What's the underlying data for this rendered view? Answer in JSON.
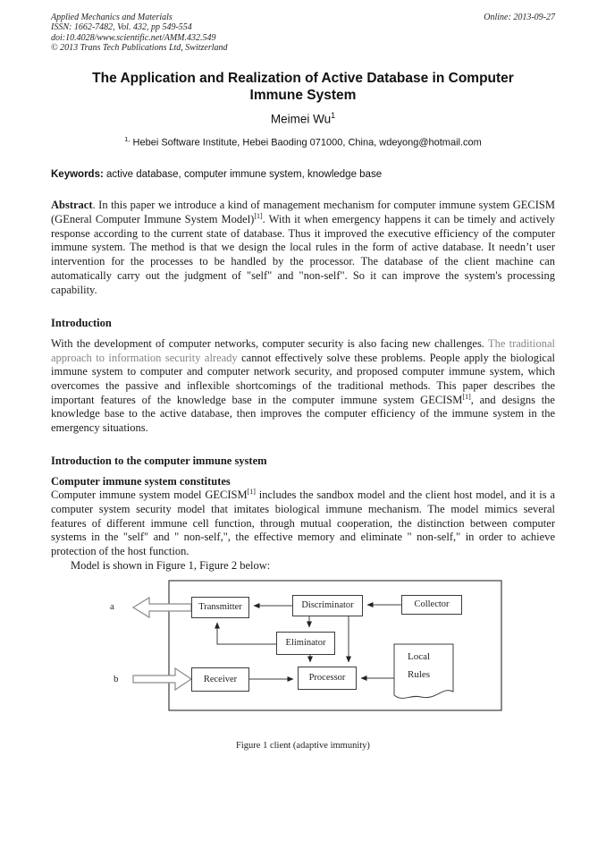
{
  "header": {
    "journal": "Applied Mechanics and Materials",
    "issn_line": "ISSN: 1662-7482, Vol. 432, pp 549-554",
    "doi_line": "doi:10.4028/www.scientific.net/AMM.432.549",
    "copyright_line": "© 2013 Trans Tech Publications Ltd, Switzerland",
    "online_date": "Online: 2013-09-27"
  },
  "title": "The Application and Realization of Active Database in Computer Immune System",
  "author": {
    "name": "Meimei Wu",
    "sup": "1"
  },
  "affiliation": {
    "sup": "1,",
    "text": "Hebei Software Institute, Hebei Baoding 071000, China, wdeyong@hotmail.com"
  },
  "keywords": {
    "label": "Keywords:",
    "text": " active database, computer immune system, knowledge base"
  },
  "abstract_segments": [
    {
      "text": "Abstract",
      "bold": true
    },
    {
      "text": ". In this paper we introduce a kind of management mechanism for computer immune system GECISM (GEneral Computer Immune System Model)"
    },
    {
      "text": "[1]",
      "sup": true
    },
    {
      "text": ". With it when emergency happens it can be timely and actively response according to the current state of database. Thus it improved the executive efficiency of the computer immune system. The method is that we design the local rules in the form of active database. It needn’t user intervention for the processes to be handled by the processor. The database of the client machine can automatically carry out the judgment of \"self\" and \"non-self\". So it can improve the system's processing capability."
    }
  ],
  "introduction": {
    "heading": "Introduction",
    "segments": [
      {
        "text": "With the development of computer networks, computer security is also facing new challenges. "
      },
      {
        "text": "The traditional approach to information security already ",
        "gray": true
      },
      {
        "text": "cannot effectively solve these problems. People apply the biological immune system to computer and computer network security, and proposed computer immune system, which overcomes the passive and inflexible shortcomings of the traditional methods. This paper describes the important features of the knowledge base in the computer immune system GECISM"
      },
      {
        "text": "[1]",
        "sup": true
      },
      {
        "text": ", and designs  the knowledge base to the active database, then improves the computer efficiency of the immune system in the emergency situations."
      }
    ]
  },
  "immune_section": {
    "heading": "Introduction to the computer immune system",
    "subheading": "Computer immune system constitutes",
    "segments": [
      {
        "text": "Computer immune system model GECISM"
      },
      {
        "text": "[1]",
        "sup": true
      },
      {
        "text": " includes the sandbox model and the client host model, and it is a computer system security model that imitates biological immune mechanism. The model mimics several features of different immune cell function, through mutual cooperation, the distinction between computer systems in the \"self\" and \" non-self,\", the effective memory and eliminate \" non-self,\" in order to achieve protection of the host function."
      }
    ],
    "model_line": "Model is shown in Figure 1, Figure 2 below:"
  },
  "figure": {
    "boxes": {
      "transmitter": "Transmitter",
      "discriminator": "Discriminator",
      "collector": "Collector",
      "eliminator": "Eliminator",
      "receiver": "Receiver",
      "processor": "Processor"
    },
    "local_rules": {
      "line1": "Local",
      "line2": "Rules"
    },
    "port_a": "a",
    "port_b": "b",
    "caption": "Figure 1 client (adaptive immunity)"
  },
  "colors": {
    "text": "#1a1a1a",
    "muted_text": "#858585",
    "figure_line": "#3c3c3c"
  }
}
